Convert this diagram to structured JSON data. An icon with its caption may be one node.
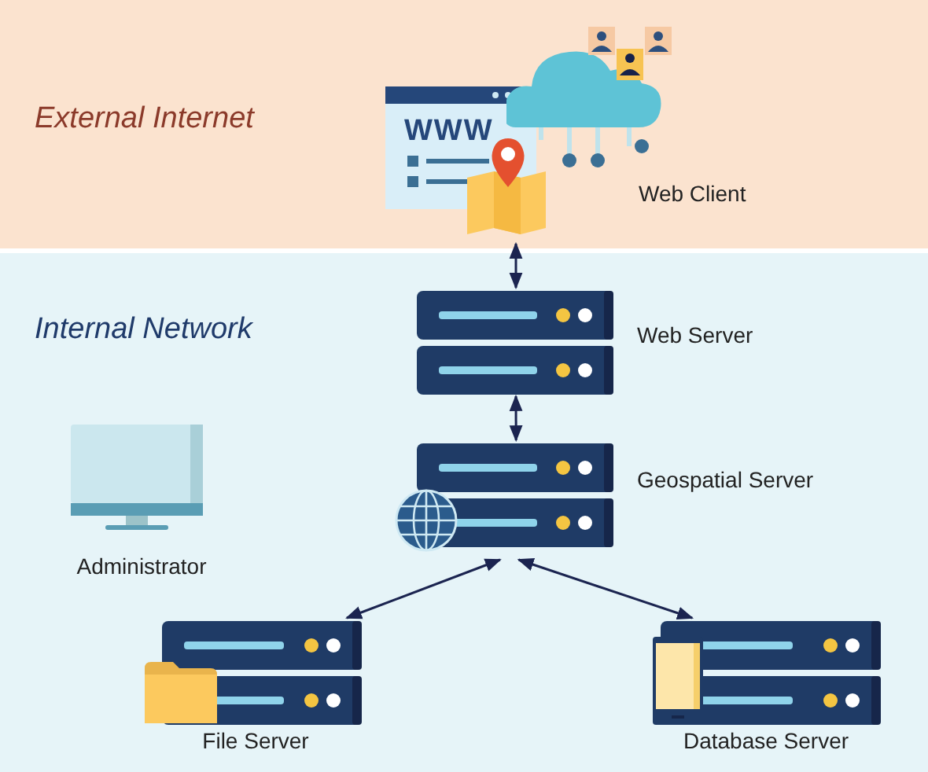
{
  "diagram": {
    "nodes": [
      {
        "text": [
          "External Internet"
        ]
      },
      {
        "text": [
          "Web Client"
        ],
        "in": 0
      },
      {
        "text": [
          "Internal Network"
        ]
      },
      {
        "text": [
          "Web Server"
        ],
        "in": 2
      },
      {
        "text": [
          "Geospatial Server"
        ],
        "in": 2
      },
      {
        "text": [
          "Administrator"
        ],
        "in": 2
      },
      {
        "text": [
          "File Server"
        ],
        "in": 2
      },
      {
        "text": [
          "Database Server"
        ],
        "in": 2
      }
    ],
    "edges": [
      {
        "from": 1,
        "to": 3,
        "arrow": "both"
      },
      {
        "from": 3,
        "to": 4,
        "arrow": "both"
      },
      {
        "from": 4,
        "to": 6,
        "arrow": "both"
      },
      {
        "from": 4,
        "to": 7,
        "arrow": "both"
      }
    ],
    "labels": [
      "WWW"
    ]
  }
}
